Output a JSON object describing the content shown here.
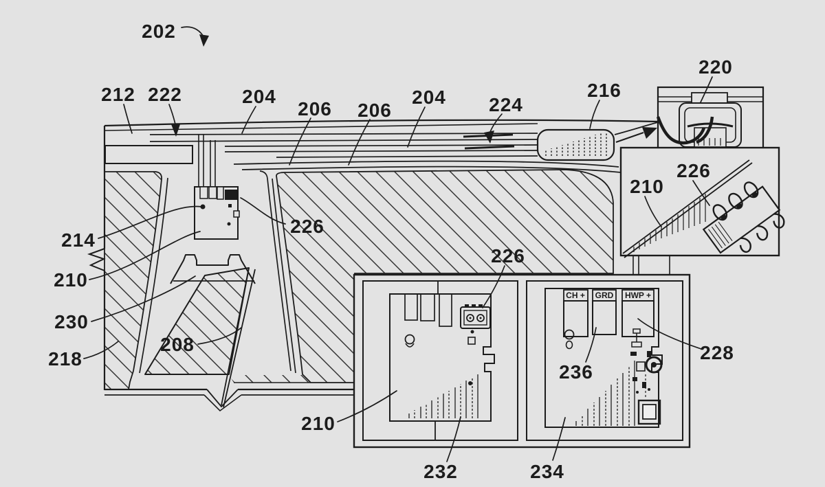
{
  "figure": {
    "type": "patent-line-drawing",
    "description": "Vehicle windshield frit area with wiring harness, mirror mount, and enlarged detail insets",
    "colors": {
      "background": "#e3e3e3",
      "line": "#1c1c1c"
    }
  },
  "labels": {
    "r202": "202",
    "r212": "212",
    "r222": "222",
    "r204a": "204",
    "r206a": "206",
    "r206b": "206",
    "r204b": "204",
    "r224": "224",
    "r216": "216",
    "r220": "220",
    "r226_inset": "226",
    "r210_inset": "210",
    "r214": "214",
    "r210_left": "210",
    "r230": "230",
    "r218": "218",
    "r208": "208",
    "r226_module": "226",
    "r226_board": "226",
    "r236": "236",
    "r228": "228",
    "r210_board": "210",
    "r232": "232",
    "r234": "234"
  },
  "terminal_labels": {
    "ch": "CH +",
    "grd": "GRD",
    "hwp": "HWP +"
  }
}
